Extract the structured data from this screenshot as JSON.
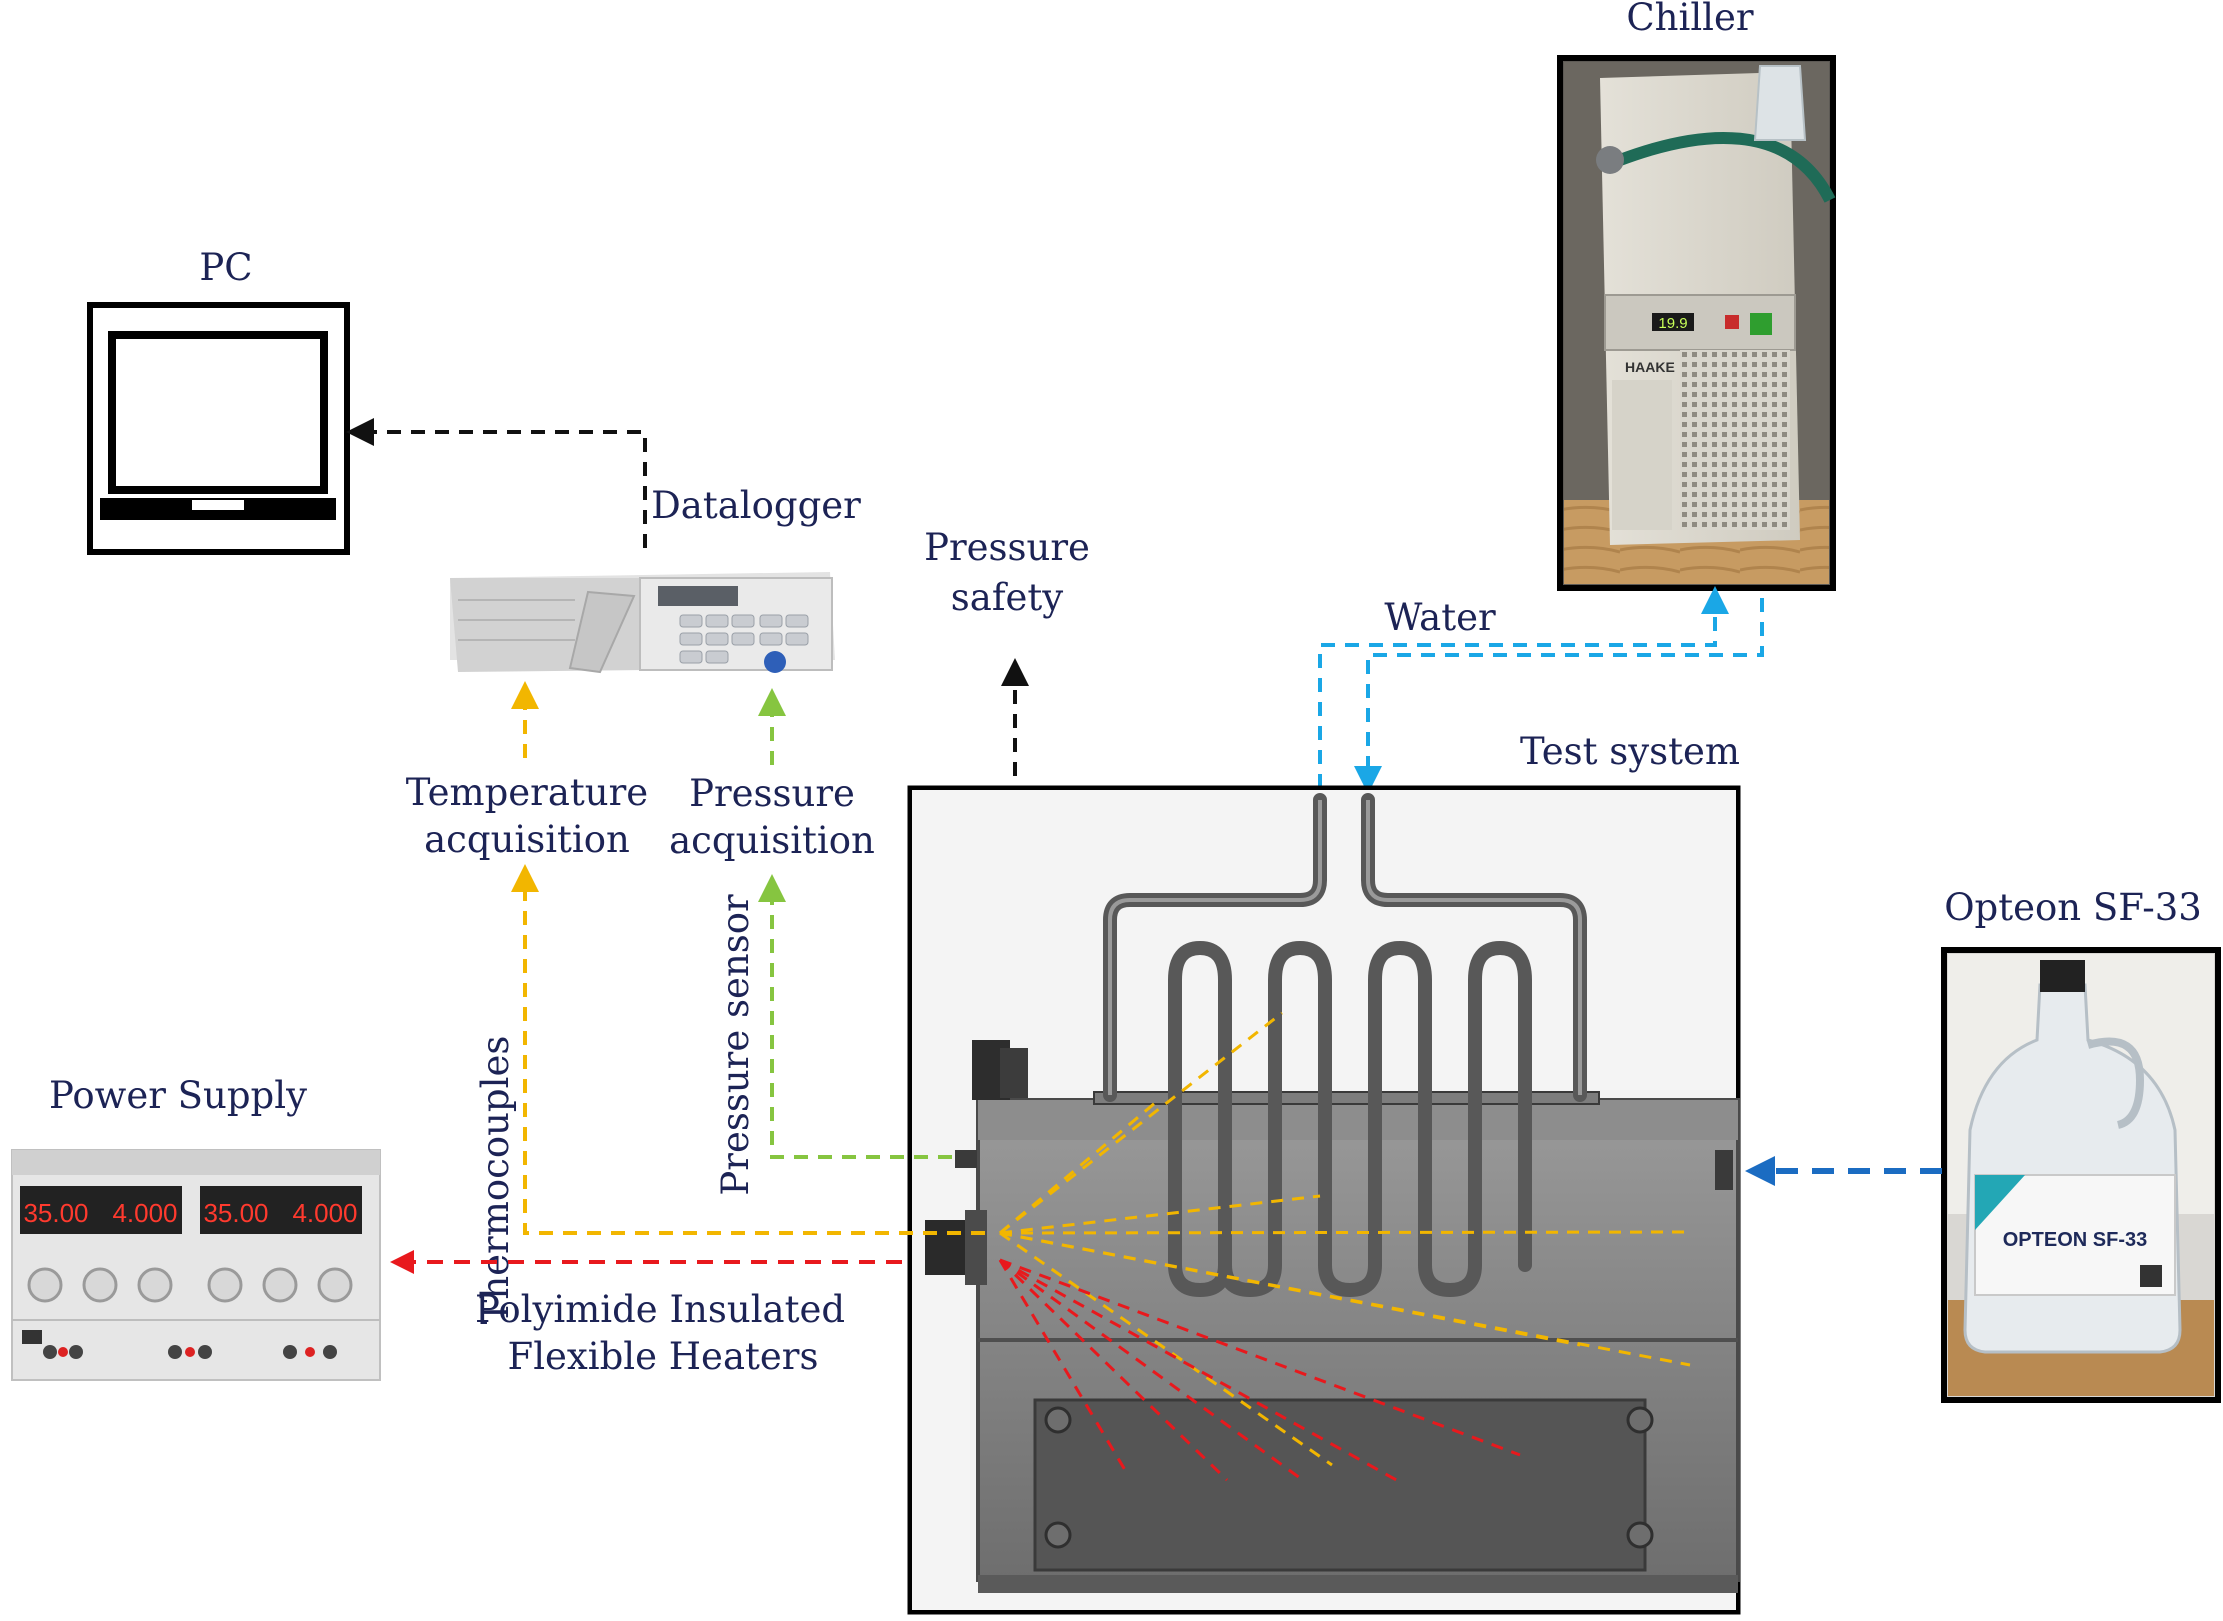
{
  "labels": {
    "pc": "PC",
    "chiller": "Chiller",
    "datalogger": "Datalogger",
    "pressure_safety_1": "Pressure",
    "pressure_safety_2": "safety",
    "water": "Water",
    "test_system": "Test system",
    "temperature_acq_1": "Temperature",
    "temperature_acq_2": "acquisition",
    "pressure_acq_1": "Pressure",
    "pressure_acq_2": "acquisition",
    "thermocouples": "Thermocouples",
    "pressure_sensor": "Pressure sensor",
    "power_supply": "Power Supply",
    "heaters_1": "Polyimide Insulated",
    "heaters_2": "Flexible Heaters",
    "opteon": "Opteon SF-33"
  },
  "device_text": {
    "psu_display_1a": "35.00",
    "psu_display_1b": "4.000",
    "psu_display_2a": "35.00",
    "psu_display_2b": "4.000",
    "chiller_display": "19.9",
    "chiller_brand": "HAAKE",
    "bottle_label": "OPTEON SF-33"
  },
  "colors": {
    "label_text": "#1c2355",
    "data_link": "#111111",
    "thermocouple": "#f2b600",
    "pressure_sensor": "#86c540",
    "heater": "#e8191d",
    "water": "#1aa7e6",
    "fluid_fill": "#1b6cc2"
  }
}
